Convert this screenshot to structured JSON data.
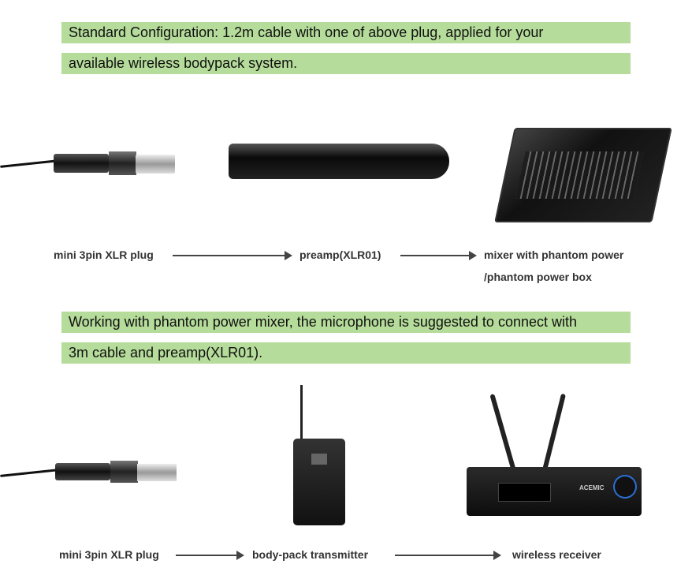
{
  "section1": {
    "banner_line1": "Standard Configuration: 1.2m cable with one of above plug, applied for your",
    "banner_line2": "available wireless bodypack system.",
    "flow": [
      "mini 3pin XLR plug",
      "preamp(XLR01)",
      "mixer with phantom power",
      "/phantom power box"
    ]
  },
  "section2": {
    "banner_line1": "Working with phantom power mixer, the microphone is suggested to connect with",
    "banner_line2": "3m cable and preamp(XLR01).",
    "flow": [
      "mini 3pin XLR plug",
      "body-pack transmitter",
      "wireless receiver"
    ],
    "receiver_brand": "ACEMIC"
  },
  "colors": {
    "banner": "#b5dc9a",
    "text": "#333333"
  }
}
